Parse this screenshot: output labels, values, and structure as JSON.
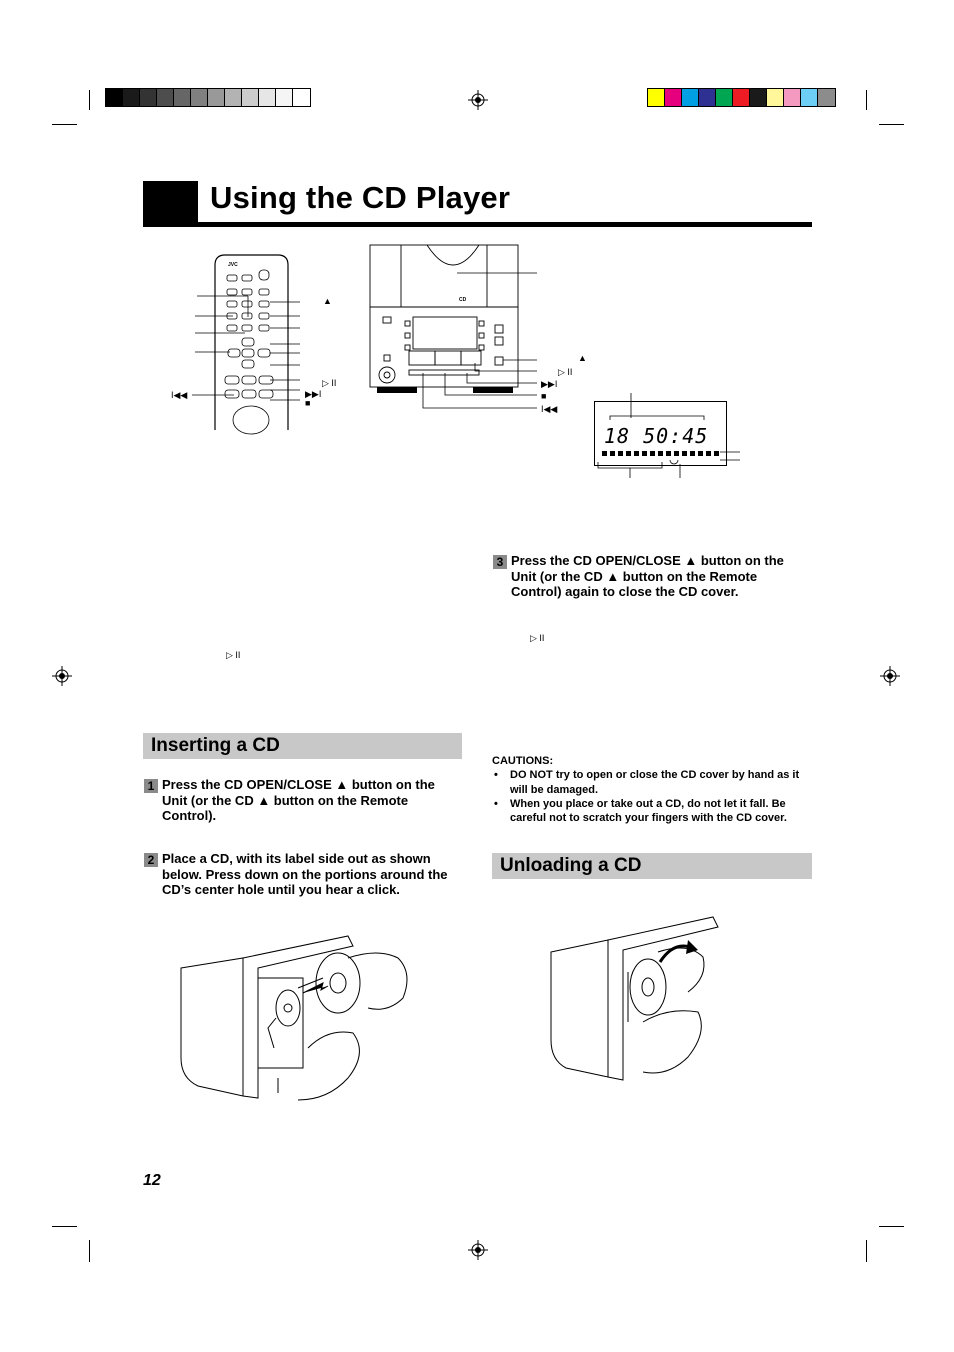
{
  "color_bars": {
    "grayscale": [
      "#000000",
      "#1a1a1a",
      "#333333",
      "#4d4d4d",
      "#666666",
      "#808080",
      "#999999",
      "#b3b3b3",
      "#cccccc",
      "#e6e6e6",
      "#f5f5f5",
      "#ffffff"
    ],
    "process": [
      "#ffff00",
      "#e6007e",
      "#009fe3",
      "#2e3192",
      "#00a651",
      "#ed1c24",
      "#1a1a1a",
      "#fff799",
      "#f49ac1",
      "#6dcff6",
      "#8c8c8c"
    ]
  },
  "title": "Using the CD Player",
  "remote_brand": "JVC",
  "unit_brand": "CD",
  "display_readout": "18 50:45",
  "symbols": {
    "eject": "▲",
    "play_pause": "▷ II",
    "next": "▶▶I",
    "prev": "I◀◀",
    "stop": "■"
  },
  "step3": {
    "number": "3",
    "text": "Press the CD OPEN/CLOSE ▲ button on the Unit (or the CD ▲ button on the Remote Control) again to close the CD cover."
  },
  "inserting": {
    "heading": "Inserting a CD",
    "step1": {
      "number": "1",
      "text": "Press the CD OPEN/CLOSE ▲ button on the Unit (or the CD ▲ button on the Remote Control)."
    },
    "step2": {
      "number": "2",
      "text": "Place a CD, with its label side out as shown below. Press down on the portions around the CD’s center hole until you hear a click."
    }
  },
  "cautions": {
    "heading": "CAUTIONS:",
    "items": [
      "DO NOT try to open or close the CD cover by hand as it will be damaged.",
      "When you place or take out a CD, do not let it fall. Be careful not to scratch your fingers with the CD cover."
    ]
  },
  "unloading": {
    "heading": "Unloading a CD"
  },
  "page_number": "12"
}
